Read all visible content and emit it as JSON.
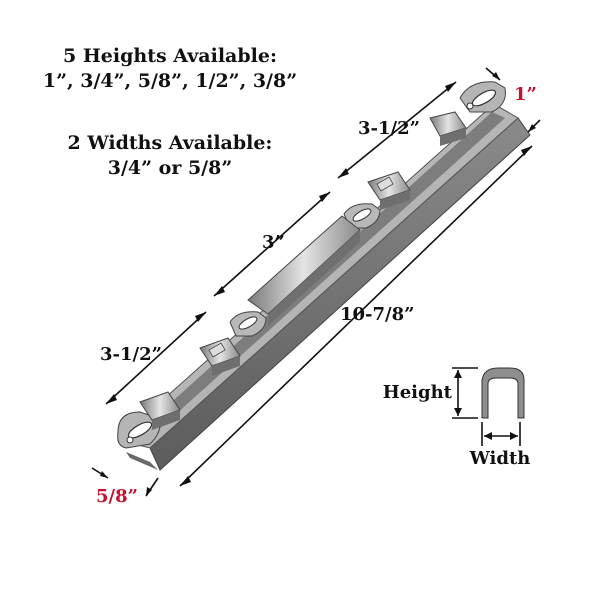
{
  "info": {
    "heights_title": "5 Heights Available:",
    "heights_list": "1”, 3/4”, 5/8”, 1/2”, 3/8”",
    "widths_title": "2 Widths Available:",
    "widths_list": "3/4” or 5/8”"
  },
  "dimensions": {
    "height_callout": "1”",
    "width_callout": "5/8”",
    "segment_top": "3-1/2”",
    "segment_middle": "3”",
    "segment_bottom": "3-1/2”",
    "overall_length": "10-7/8”"
  },
  "profile": {
    "height_label": "Height",
    "width_label": "Width"
  },
  "colors": {
    "callout_red": "#c8102e",
    "part_gray": "#8c8c8c",
    "part_dark": "#5a5a5a",
    "part_light": "#c9c9c9"
  }
}
